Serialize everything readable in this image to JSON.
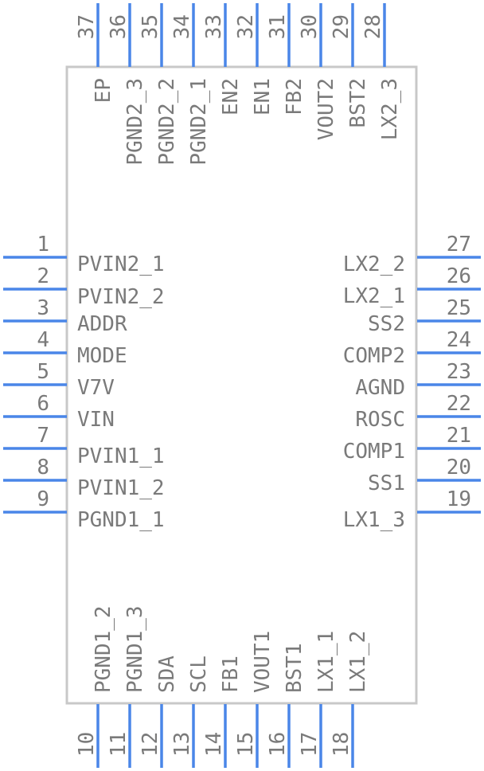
{
  "component": {
    "left_pins": [
      {
        "num": "1",
        "name": "PVIN2_1"
      },
      {
        "num": "2",
        "name": "PVIN2_2"
      },
      {
        "num": "3",
        "name": "ADDR"
      },
      {
        "num": "4",
        "name": "MODE"
      },
      {
        "num": "5",
        "name": "V7V"
      },
      {
        "num": "6",
        "name": "VIN"
      },
      {
        "num": "7",
        "name": "PVIN1_1"
      },
      {
        "num": "8",
        "name": "PVIN1_2"
      },
      {
        "num": "9",
        "name": "PGND1_1"
      }
    ],
    "bottom_pins": [
      {
        "num": "10",
        "name": "PGND1_2"
      },
      {
        "num": "11",
        "name": "PGND1_3"
      },
      {
        "num": "12",
        "name": "SDA"
      },
      {
        "num": "13",
        "name": "SCL"
      },
      {
        "num": "14",
        "name": "FB1"
      },
      {
        "num": "15",
        "name": "VOUT1"
      },
      {
        "num": "16",
        "name": "BST1"
      },
      {
        "num": "17",
        "name": "LX1_1"
      },
      {
        "num": "18",
        "name": "LX1_2"
      }
    ],
    "right_pins": [
      {
        "num": "19",
        "name": "LX1_3"
      },
      {
        "num": "20",
        "name": "SS1"
      },
      {
        "num": "21",
        "name": "COMP1"
      },
      {
        "num": "22",
        "name": "ROSC"
      },
      {
        "num": "23",
        "name": "AGND"
      },
      {
        "num": "24",
        "name": "COMP2"
      },
      {
        "num": "25",
        "name": "SS2"
      },
      {
        "num": "26",
        "name": "LX2_1"
      },
      {
        "num": "27",
        "name": "LX2_2"
      }
    ],
    "top_pins": [
      {
        "num": "28",
        "name": "LX2_3"
      },
      {
        "num": "29",
        "name": "BST2"
      },
      {
        "num": "30",
        "name": "VOUT2"
      },
      {
        "num": "31",
        "name": "FB2"
      },
      {
        "num": "32",
        "name": "EN1"
      },
      {
        "num": "33",
        "name": "EN2"
      },
      {
        "num": "34",
        "name": "PGND2_1"
      },
      {
        "num": "35",
        "name": "PGND2_2"
      },
      {
        "num": "36",
        "name": "PGND2_3"
      },
      {
        "num": "37",
        "name": "EP"
      }
    ]
  },
  "colors": {
    "pin": "#4a86e8",
    "body_outline": "#c8c8c8",
    "text": "#7a7a7a"
  }
}
